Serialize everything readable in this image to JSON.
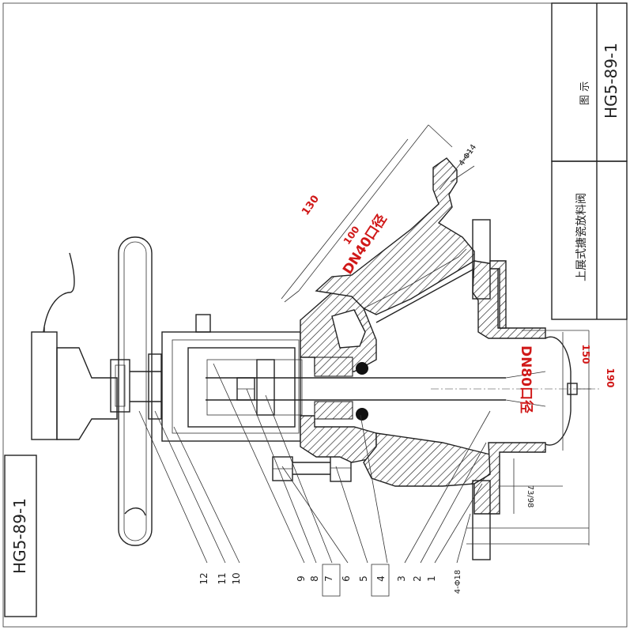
{
  "title_block": {
    "drawing_no_box": "HG5-89-1",
    "drawing_no_side": "HG5-89-1",
    "diagram_label": "图  示",
    "valve_name": "上展式搪瓷放料阀"
  },
  "dimensions": {
    "d130": "130",
    "d100": "100",
    "d150": "150",
    "d190": "190",
    "hole_top": "4-Φ14",
    "hole_bottom": "4-Φ18",
    "fit": "73/98"
  },
  "annotations": {
    "port_side": "DN40口径",
    "port_main": "DN80口径"
  },
  "part_numbers": [
    "12",
    "11",
    "10",
    "9",
    "8",
    "7",
    "6",
    "5",
    "4",
    "3",
    "2",
    "1"
  ]
}
